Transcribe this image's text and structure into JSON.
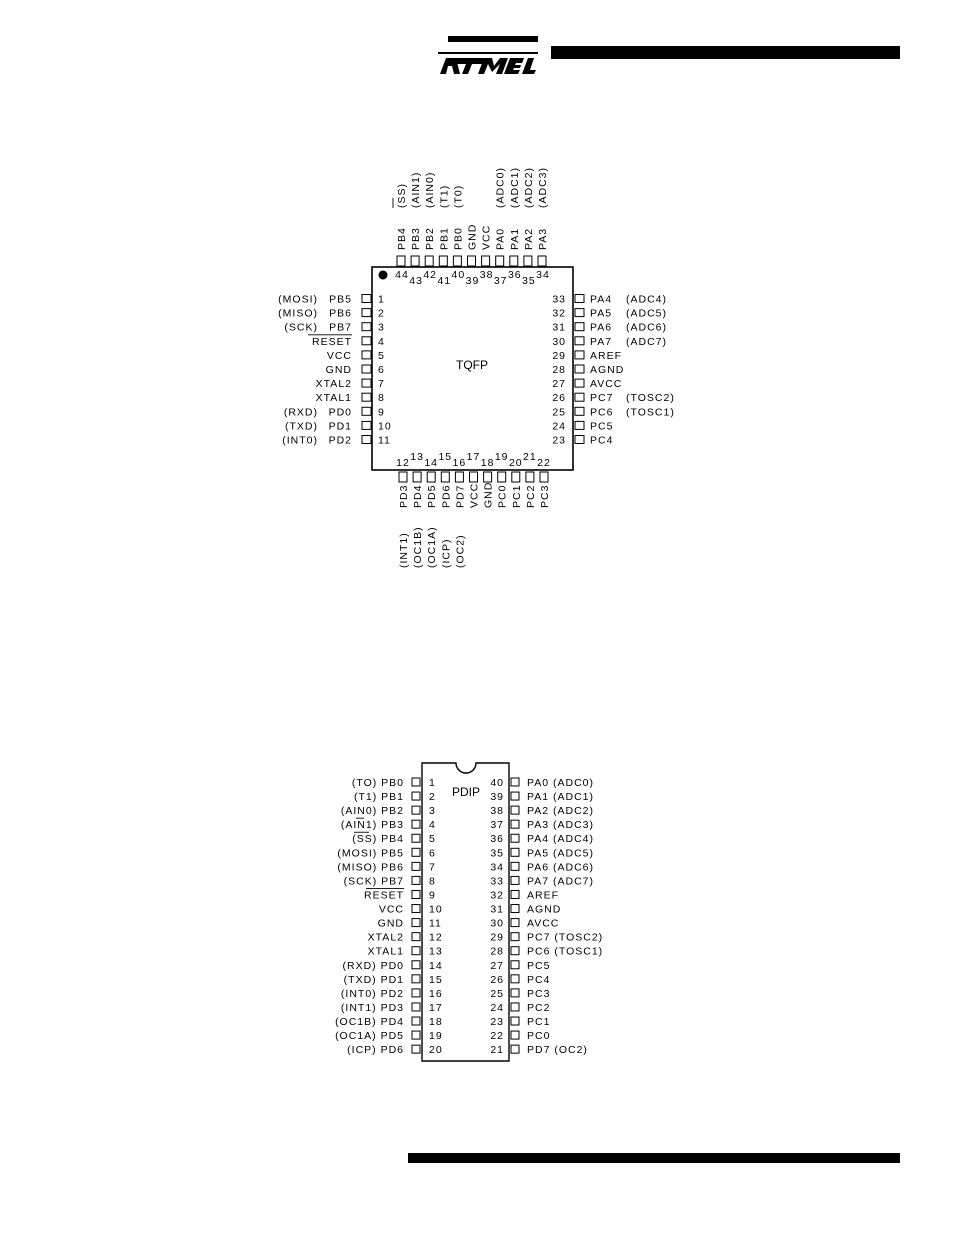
{
  "header": {
    "logo_text": "ATMEL"
  },
  "tqfp": {
    "label": "TQFP",
    "left": [
      [
        "(MOSI)",
        "PB5",
        "1"
      ],
      [
        "(MISO)",
        "PB6",
        "2"
      ],
      [
        "(SCK)",
        "PB7",
        "3"
      ],
      [
        "",
        "RESET",
        "4"
      ],
      [
        "",
        "VCC",
        "5"
      ],
      [
        "",
        "GND",
        "6"
      ],
      [
        "",
        "XTAL2",
        "7"
      ],
      [
        "",
        "XTAL1",
        "8"
      ],
      [
        "(RXD)",
        "PD0",
        "9"
      ],
      [
        "(TXD)",
        "PD1",
        "10"
      ],
      [
        "(INT0)",
        "PD2",
        "11"
      ]
    ],
    "right": [
      [
        "33",
        "PA4",
        "(ADC4)"
      ],
      [
        "32",
        "PA5",
        "(ADC5)"
      ],
      [
        "31",
        "PA6",
        "(ADC6)"
      ],
      [
        "30",
        "PA7",
        "(ADC7)"
      ],
      [
        "29",
        "AREF",
        ""
      ],
      [
        "28",
        "AGND",
        ""
      ],
      [
        "27",
        "AVCC",
        ""
      ],
      [
        "26",
        "PC7",
        "(TOSC2)"
      ],
      [
        "25",
        "PC6",
        "(TOSC1)"
      ],
      [
        "24",
        "PC5",
        ""
      ],
      [
        "23",
        "PC4",
        ""
      ]
    ],
    "top": [
      [
        "44",
        "PB4",
        "(SS)"
      ],
      [
        "43",
        "PB3",
        "(AIN1)"
      ],
      [
        "42",
        "PB2",
        "(AIN0)"
      ],
      [
        "41",
        "PB1",
        "(T1)"
      ],
      [
        "40",
        "PB0",
        "(T0)"
      ],
      [
        "39",
        "GND",
        ""
      ],
      [
        "38",
        "VCC",
        ""
      ],
      [
        "37",
        "PA0",
        "(ADC0)"
      ],
      [
        "36",
        "PA1",
        "(ADC1)"
      ],
      [
        "35",
        "PA2",
        "(ADC2)"
      ],
      [
        "34",
        "PA3",
        "(ADC3)"
      ]
    ],
    "bottom": [
      [
        "12",
        "PD3",
        "(INT1)"
      ],
      [
        "13",
        "PD4",
        "(OC1B)"
      ],
      [
        "14",
        "PD5",
        "(OC1A)"
      ],
      [
        "15",
        "PD6",
        "(ICP)"
      ],
      [
        "16",
        "PD7",
        "(OC2)"
      ],
      [
        "17",
        "VCC",
        ""
      ],
      [
        "18",
        "GND",
        ""
      ],
      [
        "19",
        "PC0",
        ""
      ],
      [
        "20",
        "PC1",
        ""
      ],
      [
        "21",
        "PC2",
        ""
      ],
      [
        "22",
        "PC3",
        ""
      ]
    ]
  },
  "pdip": {
    "label": "PDIP",
    "left": [
      [
        "(TO) PB0",
        "1"
      ],
      [
        "(T1) PB1",
        "2"
      ],
      [
        "(AIN0) PB2",
        "3"
      ],
      [
        "(AIN1) PB3",
        "4"
      ],
      [
        "(SS) PB4",
        "5"
      ],
      [
        "(MOSI) PB5",
        "6"
      ],
      [
        "(MISO) PB6",
        "7"
      ],
      [
        "(SCK) PB7",
        "8"
      ],
      [
        "RESET",
        "9"
      ],
      [
        "VCC",
        "10"
      ],
      [
        "GND",
        "11"
      ],
      [
        "XTAL2",
        "12"
      ],
      [
        "XTAL1",
        "13"
      ],
      [
        "(RXD) PD0",
        "14"
      ],
      [
        "(TXD) PD1",
        "15"
      ],
      [
        "(INT0) PD2",
        "16"
      ],
      [
        "(INT1) PD3",
        "17"
      ],
      [
        "(OC1B) PD4",
        "18"
      ],
      [
        "(OC1A) PD5",
        "19"
      ],
      [
        "(ICP) PD6",
        "20"
      ]
    ],
    "right": [
      [
        "40",
        "PA0 (ADC0)"
      ],
      [
        "39",
        "PA1 (ADC1)"
      ],
      [
        "38",
        "PA2 (ADC2)"
      ],
      [
        "37",
        "PA3 (ADC3)"
      ],
      [
        "36",
        "PA4 (ADC4)"
      ],
      [
        "35",
        "PA5 (ADC5)"
      ],
      [
        "34",
        "PA6 (ADC6)"
      ],
      [
        "33",
        "PA7 (ADC7)"
      ],
      [
        "32",
        "AREF"
      ],
      [
        "31",
        "AGND"
      ],
      [
        "30",
        "AVCC"
      ],
      [
        "29",
        "PC7 (TOSC2)"
      ],
      [
        "28",
        "PC6 (TOSC1)"
      ],
      [
        "27",
        "PC5"
      ],
      [
        "26",
        "PC4"
      ],
      [
        "25",
        "PC3"
      ],
      [
        "24",
        "PC2"
      ],
      [
        "23",
        "PC1"
      ],
      [
        "22",
        "PC0"
      ],
      [
        "21",
        "PD7 (OC2)"
      ]
    ]
  }
}
